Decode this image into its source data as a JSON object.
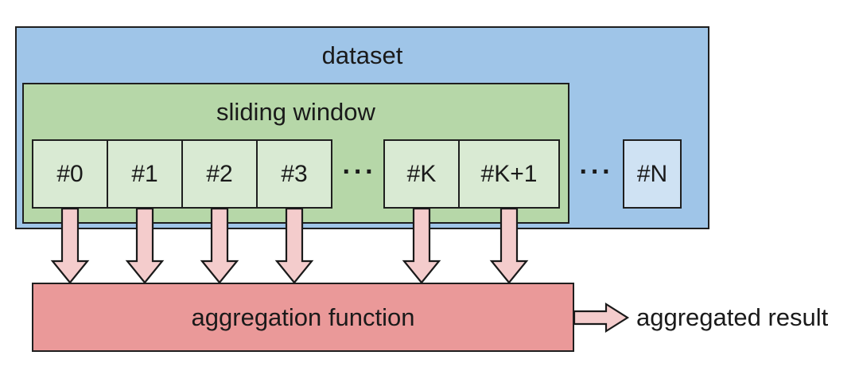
{
  "dataset": {
    "label": "dataset"
  },
  "sliding_window": {
    "label": "sliding window"
  },
  "cells": {
    "c0": "#0",
    "c1": "#1",
    "c2": "#2",
    "c3": "#3",
    "ck": "#K",
    "ck1": "#K+1",
    "cn": "#N"
  },
  "ellipses": {
    "inside_window": "···",
    "outside_window": "···"
  },
  "aggregation": {
    "label": "aggregation function"
  },
  "result": {
    "label": "aggregated result"
  },
  "arrows": {
    "down_arrow_count": 6,
    "right_arrow_count": 1
  },
  "colors": {
    "dataset_fill": "#9FC5E8",
    "window_fill": "#B6D7A8",
    "window_cell_fill": "#D9EAD3",
    "outer_cell_fill": "#CFE2F3",
    "aggregation_fill": "#EA9999",
    "arrow_fill": "#F4CCCC",
    "outline": "#1A1A1A",
    "background": "#FFFFFF"
  }
}
